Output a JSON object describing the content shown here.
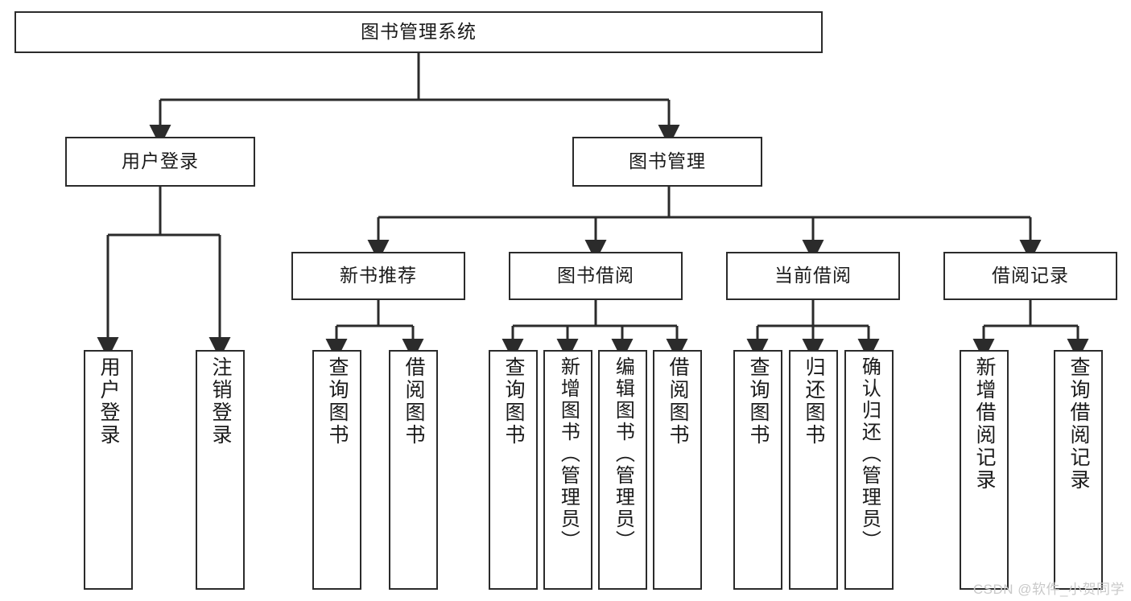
{
  "diagram": {
    "title": "图书管理系统",
    "type": "tree-structure-chart",
    "colors": {
      "box_border": "#2b2b2b",
      "box_fill": "#ffffff",
      "connector": "#2b2b2b",
      "text": "#1a1a1a",
      "watermark": "#c9c9c9",
      "background": "#ffffff"
    },
    "watermark": "CSDN @软件_小贺同学"
  },
  "nodes": {
    "root": {
      "label": "图书管理系统"
    },
    "level2": [
      {
        "label": "用户登录"
      },
      {
        "label": "图书管理"
      }
    ],
    "level3": [
      {
        "label": "新书推荐"
      },
      {
        "label": "图书借阅"
      },
      {
        "label": "当前借阅"
      },
      {
        "label": "借阅记录"
      }
    ],
    "leaves": {
      "user_login": [
        {
          "label": "用户登录"
        },
        {
          "label": "注销登录"
        }
      ],
      "new_book_recommend": [
        {
          "label": "查询图书"
        },
        {
          "label": "借阅图书"
        }
      ],
      "book_borrow": [
        {
          "label": "查询图书"
        },
        {
          "label": "新增图书（管理员）"
        },
        {
          "label": "编辑图书（管理员）"
        },
        {
          "label": "借阅图书"
        }
      ],
      "current_borrow": [
        {
          "label": "查询图书"
        },
        {
          "label": "归还图书"
        },
        {
          "label": "确认归还（管理员）"
        }
      ],
      "borrow_record": [
        {
          "label": "新增借阅记录"
        },
        {
          "label": "查询借阅记录"
        }
      ]
    }
  }
}
